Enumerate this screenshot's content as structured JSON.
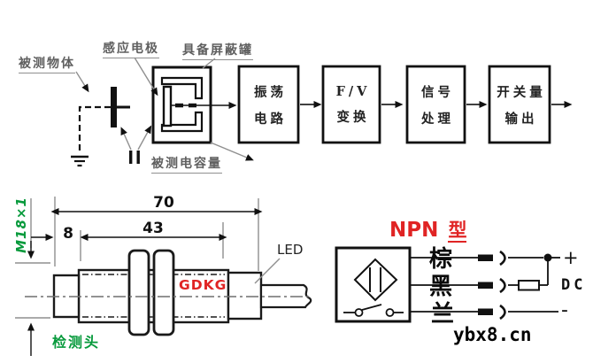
{
  "colors": {
    "accent_red": "#e02424",
    "accent_green": "#079a3c",
    "line_black": "#1a1a1a",
    "callout_gray": "#5f5f5f"
  },
  "block_diagram": {
    "callouts": {
      "measured_object": "被测物体",
      "sensing_electrode": "感应电极",
      "shield_can": "具备屏蔽罐",
      "measured_capacitance": "被测电容量"
    },
    "blocks": [
      {
        "line1": "振荡",
        "line2": "电路"
      },
      {
        "line1": "F/V",
        "line2": "变换"
      },
      {
        "line1": "信号",
        "line2": "处理"
      },
      {
        "line1": "开关量",
        "line2": "输出"
      }
    ]
  },
  "dimension_drawing": {
    "thread_spec": "M18×1",
    "overall_length": "70",
    "thread_length": "43",
    "head_length": "8",
    "led_label": "LED",
    "brand": "GDKG",
    "probe_label": "检测头"
  },
  "wiring_diagram": {
    "type_en": "NPN",
    "type_cn": "型",
    "wires": [
      {
        "label": "棕"
      },
      {
        "label": "黑"
      },
      {
        "label": "兰"
      }
    ],
    "positive": "+",
    "negative": "-",
    "supply": "DC"
  },
  "watermark": "ybx8.cn"
}
